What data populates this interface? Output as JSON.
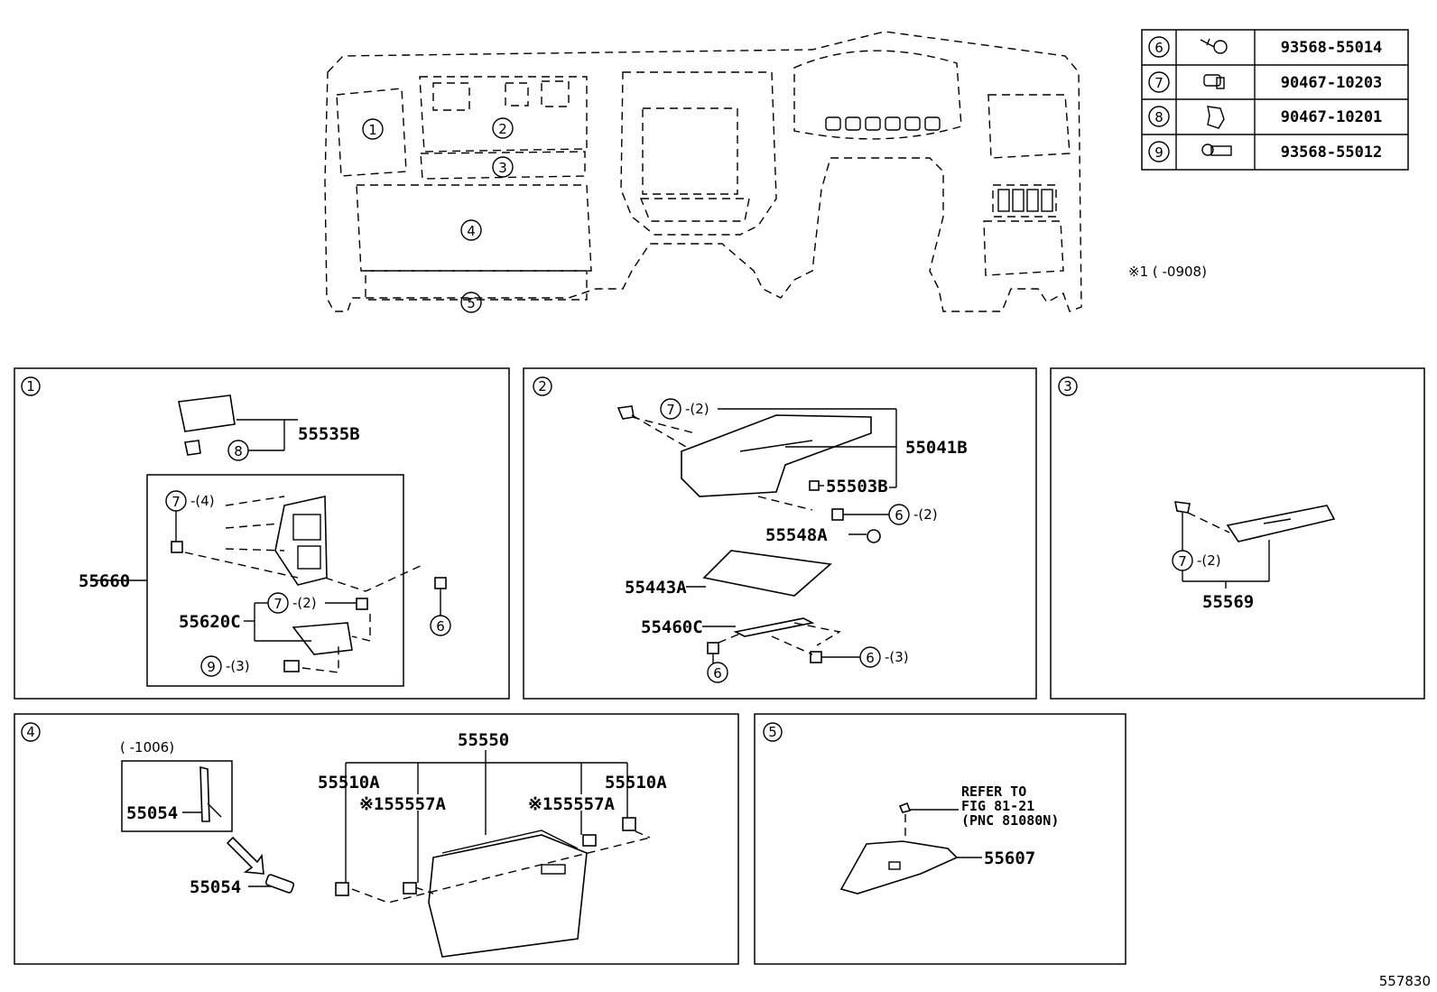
{
  "fastener_table": [
    {
      "ref": "6",
      "part": "93568-55014"
    },
    {
      "ref": "7",
      "part": "90467-10203"
    },
    {
      "ref": "8",
      "part": "90467-10201"
    },
    {
      "ref": "9",
      "part": "93568-55012"
    }
  ],
  "overview": {
    "callouts": [
      "1",
      "2",
      "3",
      "4",
      "5"
    ],
    "note": "※1 (    -0908)"
  },
  "panel1": {
    "id": "1",
    "p1": "55535B",
    "p2": "55660",
    "p3": "55620C",
    "c8": "8",
    "c7a": "7",
    "q7a": "-(4)",
    "c7b": "7",
    "q7b": "-(2)",
    "c9": "9",
    "q9": "-(3)",
    "c6": "6"
  },
  "panel2": {
    "id": "2",
    "p1": "55041B",
    "p2": "55503B",
    "p3": "55548A",
    "p4": "55443A",
    "p5": "55460C",
    "c7": "7",
    "q7": "-(2)",
    "c6a": "6",
    "q6a": "-(2)",
    "c6b": "6",
    "c6c": "6",
    "q6c": "-(3)"
  },
  "panel3": {
    "id": "3",
    "p1": "55569",
    "c7": "7",
    "q7": "-(2)"
  },
  "panel4": {
    "id": "4",
    "range": "(    -1006)",
    "p1": "55054",
    "p2": "55054",
    "p3": "55550",
    "p4": "55510A",
    "p5": "55510A",
    "p6": "※155557A",
    "p7": "※155557A"
  },
  "panel5": {
    "id": "5",
    "ref1": "REFER TO",
    "ref2": "FIG 81-21",
    "ref3": "(PNC 81080N)",
    "p1": "55607"
  },
  "figure_number": "557830"
}
